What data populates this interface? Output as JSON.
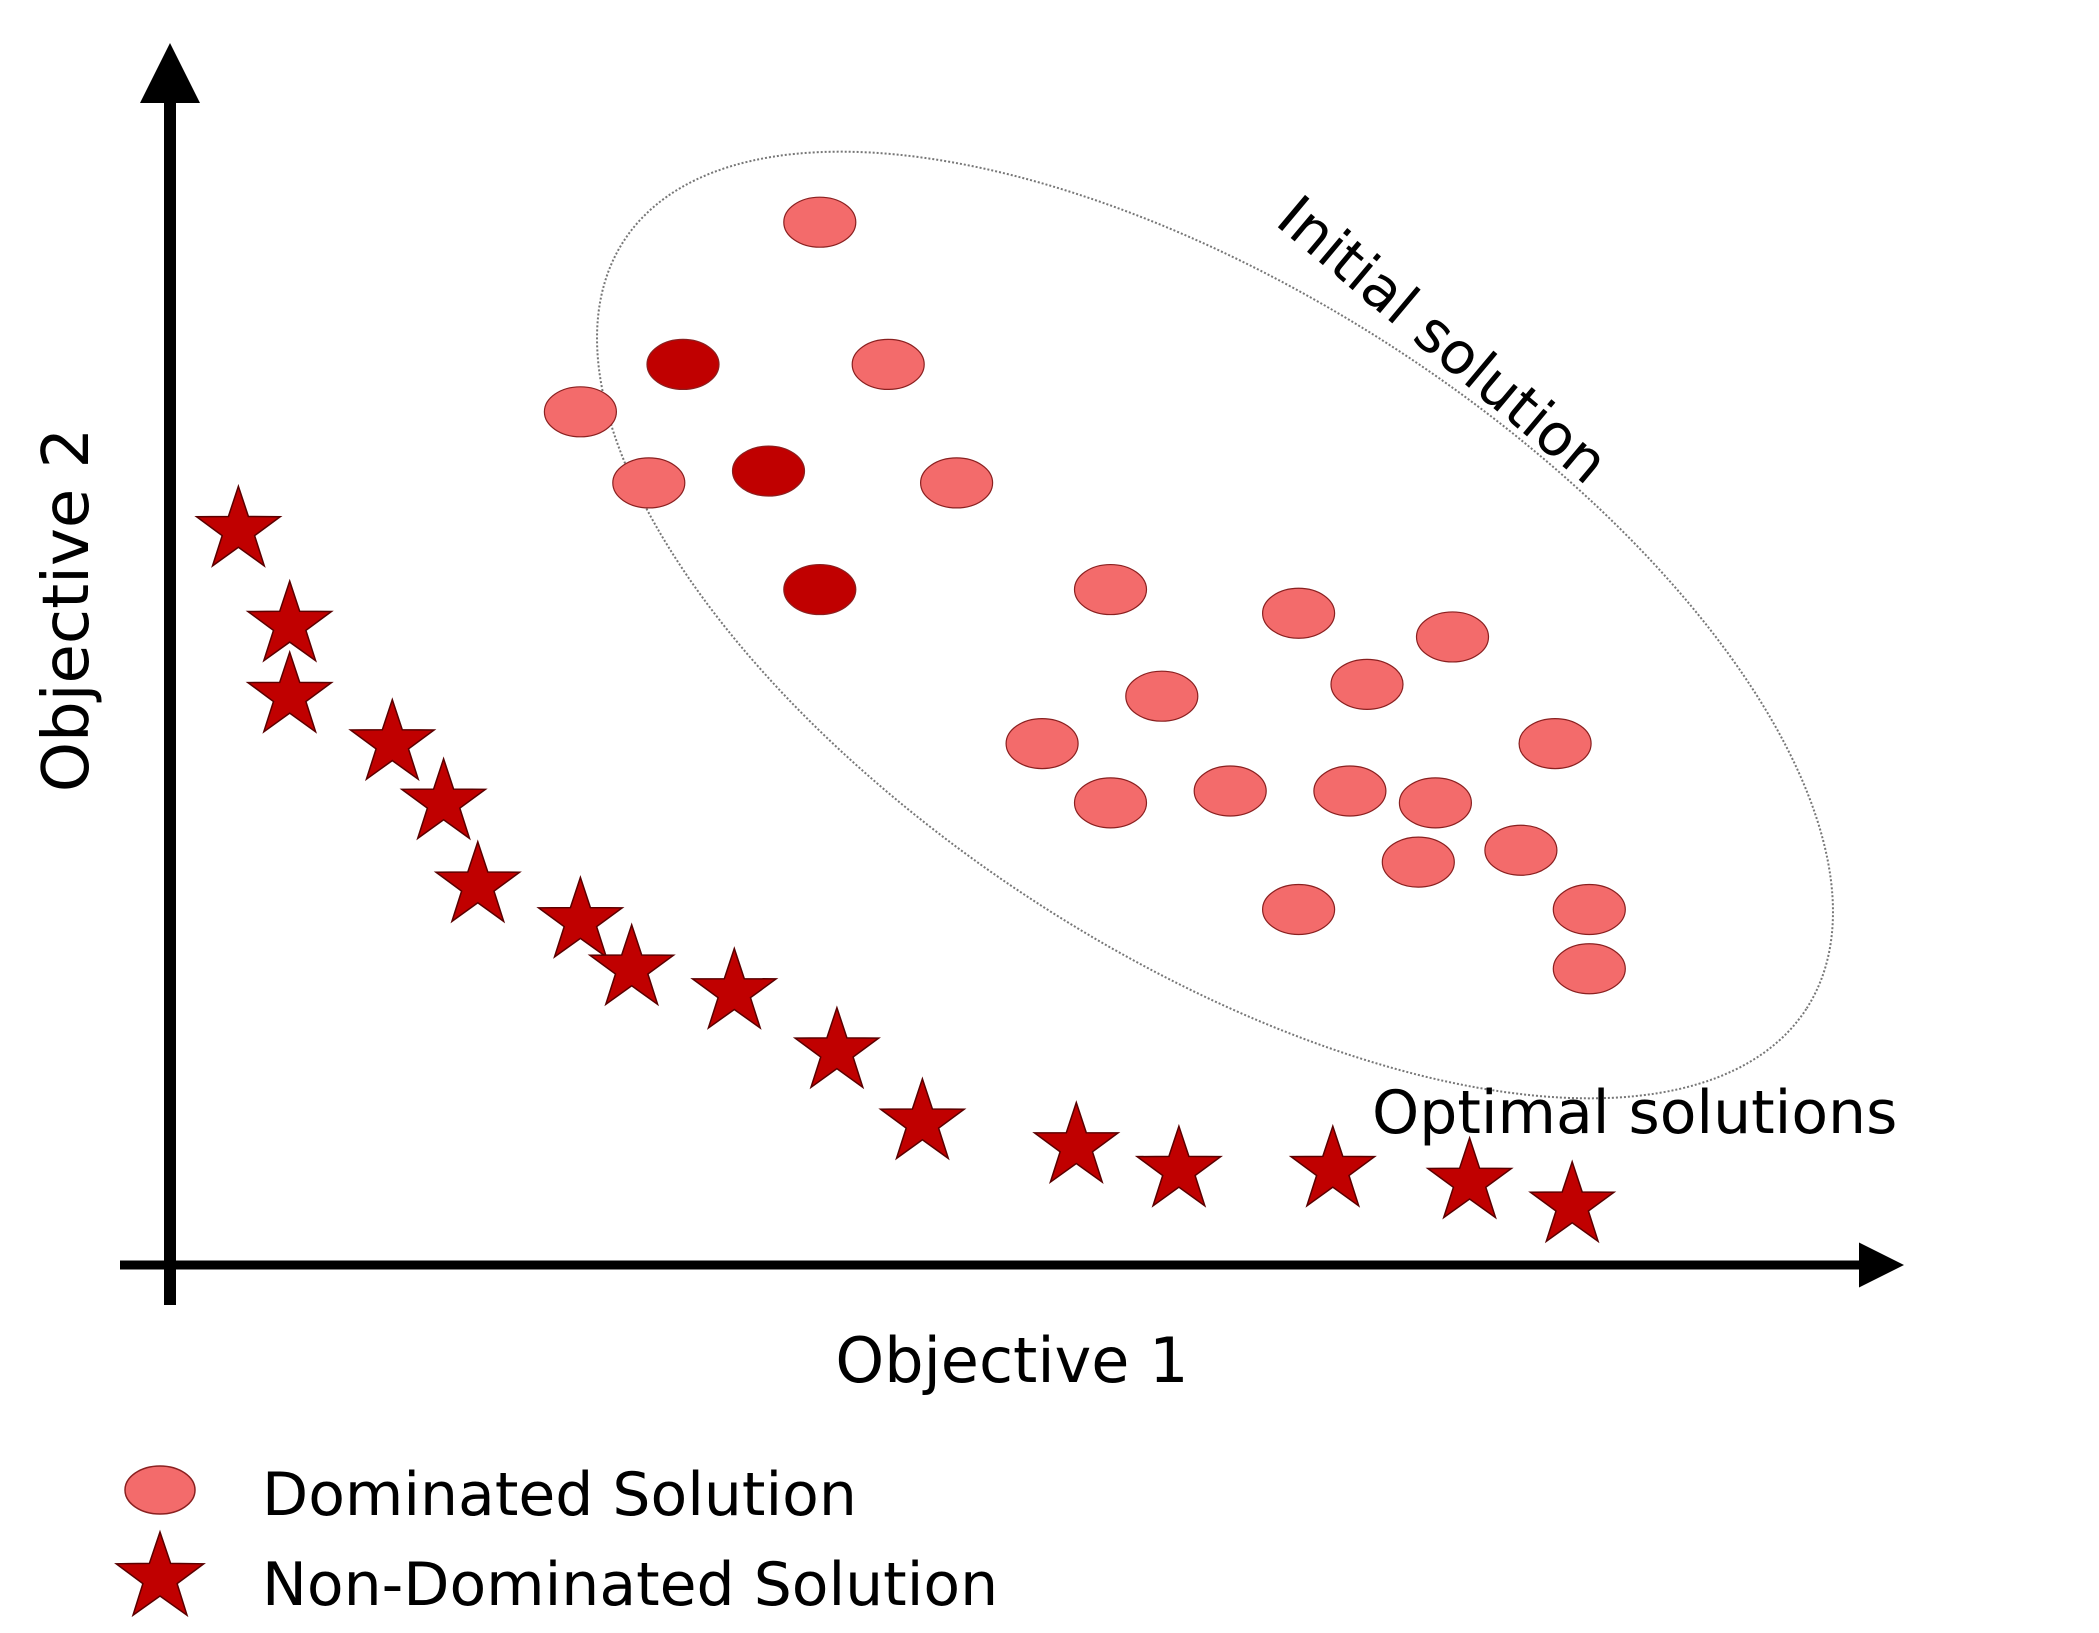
{
  "labels": {
    "x_axis": "Objective 1",
    "y_axis": "Objective 2",
    "initial_region": "Initial solution",
    "optimal_region": "Optimal solutions"
  },
  "legend": [
    {
      "label": "Dominated Solution",
      "marker": "ellipse",
      "color": "#f36b6b"
    },
    {
      "label": "Non-Dominated Solution",
      "marker": "star",
      "color": "#c00000"
    }
  ],
  "colors": {
    "dominated": "#f36b6b",
    "dominated_dark": "#c00000",
    "non_dominated": "#c00000",
    "axis": "#000000"
  },
  "chart_data": {
    "type": "scatter",
    "xlim": [
      0,
      100
    ],
    "ylim": [
      0,
      100
    ],
    "dominated": [
      {
        "x": 38,
        "y": 88,
        "emphasis": false
      },
      {
        "x": 30,
        "y": 76,
        "emphasis": true
      },
      {
        "x": 42,
        "y": 76,
        "emphasis": false
      },
      {
        "x": 24,
        "y": 72,
        "emphasis": false
      },
      {
        "x": 35,
        "y": 67,
        "emphasis": true
      },
      {
        "x": 28,
        "y": 66,
        "emphasis": false
      },
      {
        "x": 46,
        "y": 66,
        "emphasis": false
      },
      {
        "x": 38,
        "y": 57,
        "emphasis": true
      },
      {
        "x": 55,
        "y": 57,
        "emphasis": false
      },
      {
        "x": 66,
        "y": 55,
        "emphasis": false
      },
      {
        "x": 75,
        "y": 53,
        "emphasis": false
      },
      {
        "x": 58,
        "y": 48,
        "emphasis": false
      },
      {
        "x": 70,
        "y": 49,
        "emphasis": false
      },
      {
        "x": 51,
        "y": 44,
        "emphasis": false
      },
      {
        "x": 81,
        "y": 44,
        "emphasis": false
      },
      {
        "x": 62,
        "y": 40,
        "emphasis": false
      },
      {
        "x": 69,
        "y": 40,
        "emphasis": false
      },
      {
        "x": 74,
        "y": 39,
        "emphasis": false
      },
      {
        "x": 55,
        "y": 39,
        "emphasis": false
      },
      {
        "x": 79,
        "y": 35,
        "emphasis": false
      },
      {
        "x": 73,
        "y": 34,
        "emphasis": false
      },
      {
        "x": 66,
        "y": 30,
        "emphasis": false
      },
      {
        "x": 83,
        "y": 30,
        "emphasis": false
      },
      {
        "x": 83,
        "y": 25,
        "emphasis": false
      }
    ],
    "non_dominated": [
      {
        "x": 4,
        "y": 62
      },
      {
        "x": 7,
        "y": 54
      },
      {
        "x": 7,
        "y": 48
      },
      {
        "x": 13,
        "y": 44
      },
      {
        "x": 16,
        "y": 39
      },
      {
        "x": 18,
        "y": 32
      },
      {
        "x": 24,
        "y": 29
      },
      {
        "x": 27,
        "y": 25
      },
      {
        "x": 33,
        "y": 23
      },
      {
        "x": 39,
        "y": 18
      },
      {
        "x": 44,
        "y": 12
      },
      {
        "x": 53,
        "y": 10
      },
      {
        "x": 59,
        "y": 8
      },
      {
        "x": 68,
        "y": 8
      },
      {
        "x": 76,
        "y": 7
      },
      {
        "x": 82,
        "y": 5
      }
    ]
  }
}
